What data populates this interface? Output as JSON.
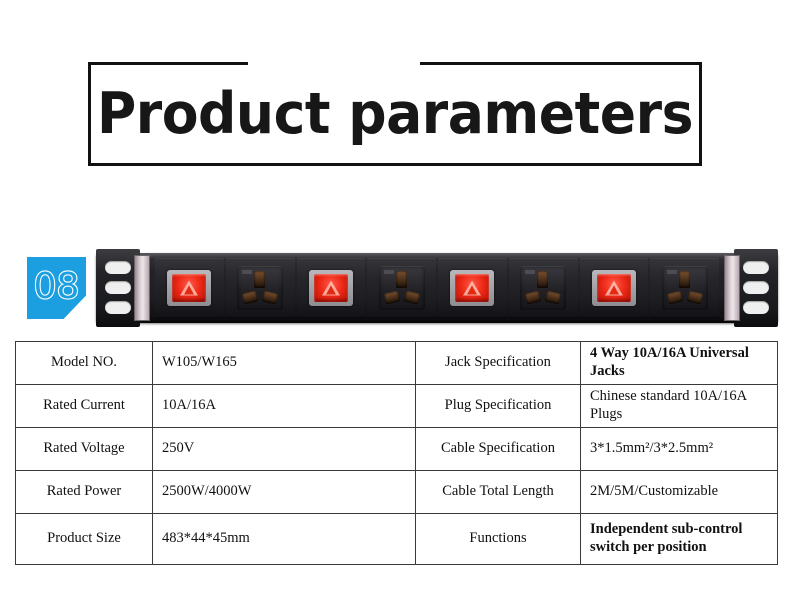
{
  "header": {
    "title": "Product parameters"
  },
  "badge": {
    "number": "08",
    "color": "#1c9fe0"
  },
  "product_image": {
    "name": "rack-mount-pdu-power-strip",
    "module_count": 8,
    "modules": [
      "switch",
      "socket",
      "switch",
      "socket",
      "switch",
      "socket",
      "switch",
      "socket"
    ],
    "ear_slots": 3
  },
  "spec_table": {
    "rows": [
      {
        "label": "Model NO.",
        "value": "W105/W165",
        "label2": "Jack Specification",
        "value2": "4 Way 10A/16A Universal Jacks",
        "value2_bold": true
      },
      {
        "label": "Rated Current",
        "value": "10A/16A",
        "label2": "Plug Specification",
        "value2": "Chinese standard 10A/16A Plugs",
        "value2_bold": false
      },
      {
        "label": "Rated Voltage",
        "value": "250V",
        "label2": "Cable Specification",
        "value2": "3*1.5mm²/3*2.5mm²",
        "value2_bold": false
      },
      {
        "label": "Rated Power",
        "value": "2500W/4000W",
        "label2": "Cable Total Length",
        "value2": "2M/5M/Customizable",
        "value2_bold": false
      },
      {
        "label": "Product Size",
        "value": "483*44*45mm",
        "label2": "Functions",
        "value2_line1": "Independent sub-control",
        "value2_line2": "switch per position",
        "value2_bold": true
      }
    ]
  }
}
